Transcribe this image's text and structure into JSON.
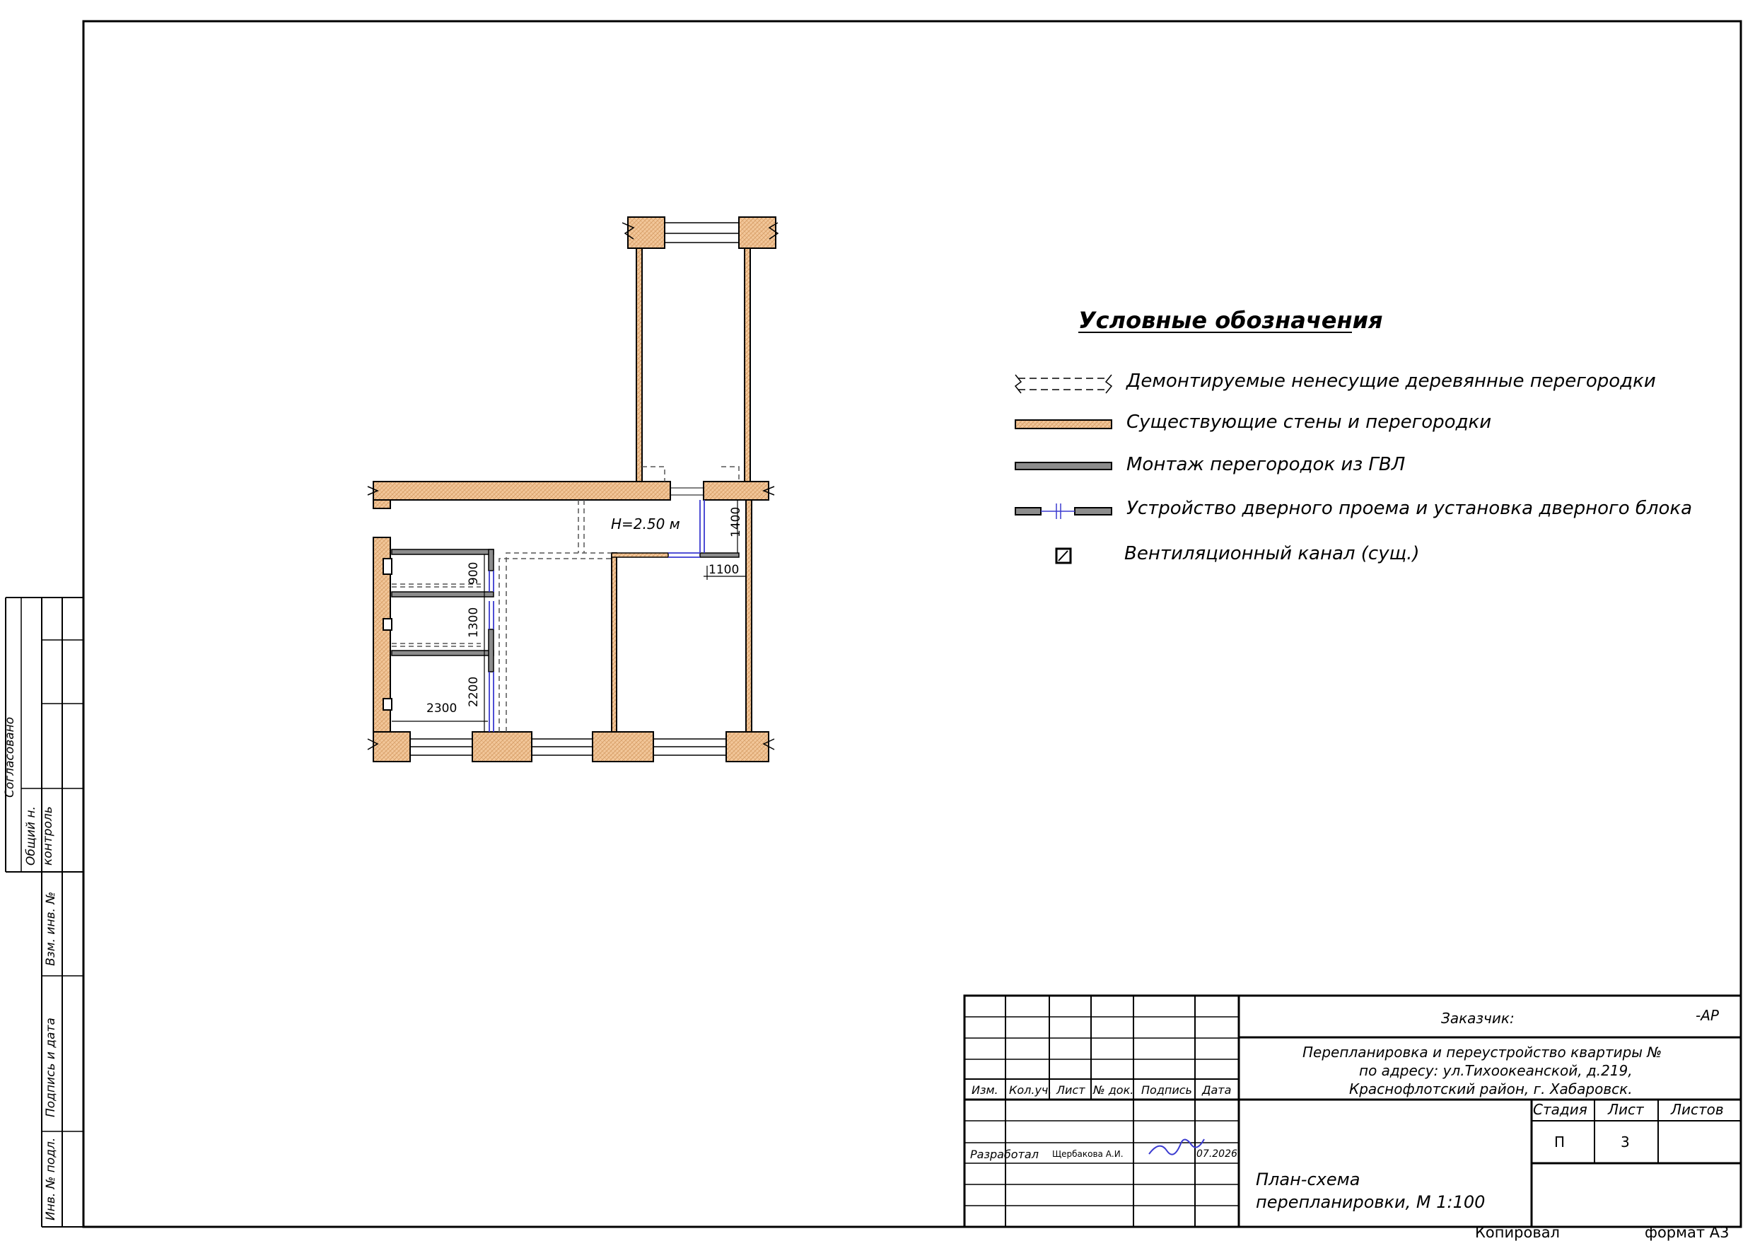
{
  "plan": {
    "height_label": "H=2.50 м",
    "dims": {
      "d1400": "1400",
      "d1100": "1100",
      "d900": "900",
      "d1300": "1300",
      "d2200": "2200",
      "d2300": "2300"
    }
  },
  "legend": {
    "title": "Условные обозначения",
    "items": [
      "Демонтируемые ненесущие деревянные перегородки",
      "Существующие стены и перегородки",
      "Монтаж перегородок из ГВЛ",
      "Устройство дверного проема и установка дверного блока",
      "Вентиляционный канал (сущ.)"
    ]
  },
  "title_block": {
    "customer_label": "Заказчик:",
    "code": "-АР",
    "project_lines": [
      "Перепланировка и переустройство квартиры №",
      "по адресу: ул.Тихоокеанской, д.219,",
      "Краснофлотский район, г. Хабаровск."
    ],
    "headers": [
      "Изм.",
      "Кол.уч.",
      "Лист",
      "№ док.",
      "Подпись",
      "Дата"
    ],
    "stage_headers": [
      "Стадия",
      "Лист",
      "Листов"
    ],
    "stage": "П",
    "sheet": "3",
    "developed_label": "Разработал",
    "developer": "Щербакова А.И.",
    "date": "07.2026",
    "drawing_title": [
      "План-схема",
      "перепланировки, М 1:100"
    ],
    "copied": "Копировал",
    "format": "формат А3"
  },
  "side_stamp": {
    "agreed": "Согласовано",
    "norm_control": [
      "Общий н.",
      "контроль"
    ],
    "inv_change": "Взм. инв. №",
    "sign_date": "Подпись и дата",
    "inv_orig": "Инв. № подл."
  },
  "colors": {
    "wall_fill": "#f2c79a",
    "gvl": "#8c8c8c",
    "door": "#3a3ad0"
  }
}
